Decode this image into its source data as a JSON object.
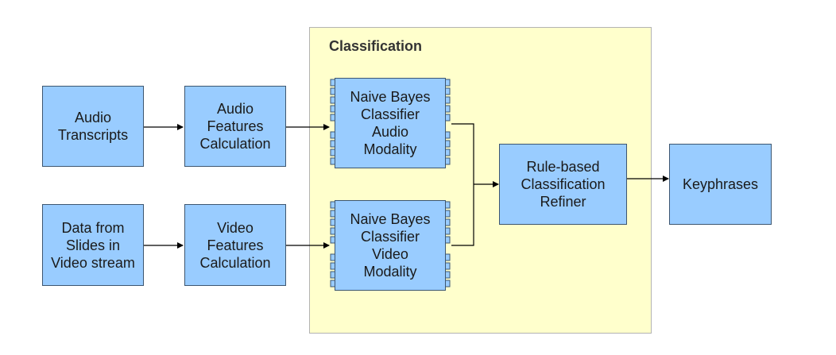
{
  "group": {
    "title": "Classification"
  },
  "nodes": {
    "audio_transcripts": "Audio\nTranscripts",
    "slides_data": "Data from\nSlides in\nVideo stream",
    "audio_features": "Audio\nFeatures\nCalculation",
    "video_features": "Video\nFeatures\nCalculation",
    "nb_audio": "Naive Bayes\nClassifier\nAudio\nModality",
    "nb_video": "Naive Bayes\nClassifier\nVideo\nModality",
    "refiner": "Rule-based\nClassification\nRefiner",
    "keyphrases": "Keyphrases"
  },
  "colors": {
    "box_fill": "#99ccff",
    "box_border": "#3d5670",
    "group_fill": "#ffffcc",
    "connector": "#000000"
  }
}
